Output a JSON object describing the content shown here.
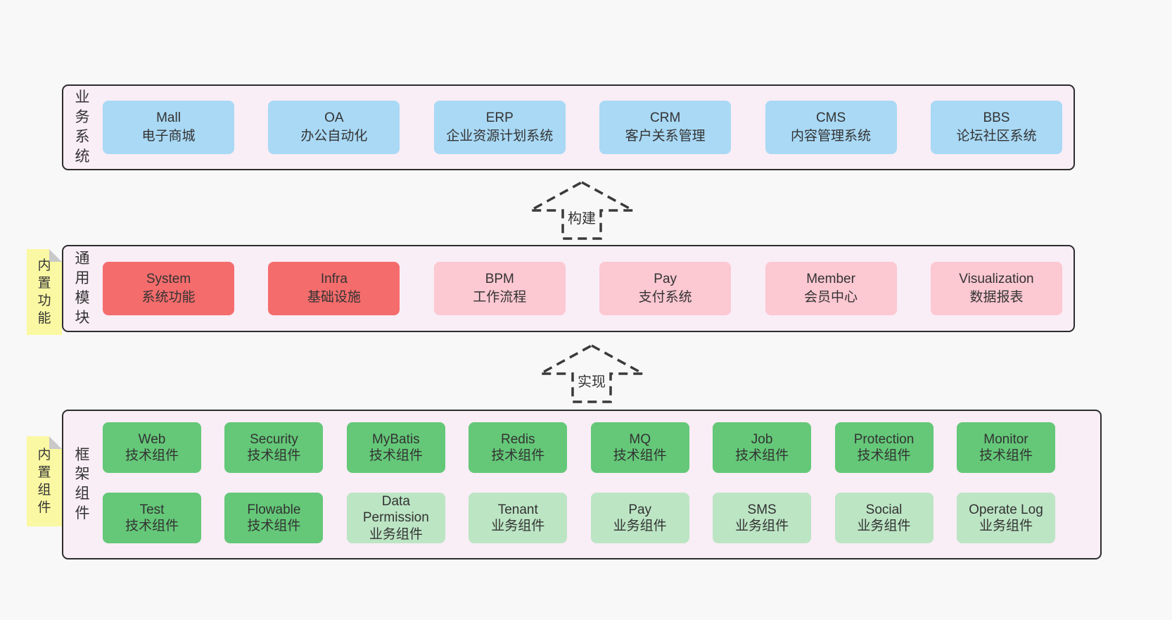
{
  "colors": {
    "page_bg": "#f8f8f8",
    "layer_bg": "#f9edf6",
    "layer_border": "#2d2d2d",
    "business_box_blue": "#a9d9f5",
    "core_module_red": "#f56c6c",
    "module_pink": "#fcc8d2",
    "tech_component_green": "#64c878",
    "biz_component_lightgreen": "#bce5c4",
    "sticky_yellow": "#fbf8a3",
    "sticky_fold_gray": "#c9c9c9",
    "text": "#333333"
  },
  "arrows": [
    {
      "label": "构建"
    },
    {
      "label": "实现"
    }
  ],
  "layers": [
    {
      "label": "业务系统",
      "boxes": [
        {
          "en": "Mall",
          "zh": "电子商城"
        },
        {
          "en": "OA",
          "zh": "办公自动化"
        },
        {
          "en": "ERP",
          "zh": "企业资源计划系统"
        },
        {
          "en": "CRM",
          "zh": "客户关系管理"
        },
        {
          "en": "CMS",
          "zh": "内容管理系统"
        },
        {
          "en": "BBS",
          "zh": "论坛社区系统"
        }
      ]
    },
    {
      "label": "通用模块",
      "sticky": "内置功能",
      "boxes": [
        {
          "en": "System",
          "zh": "系统功能"
        },
        {
          "en": "Infra",
          "zh": "基础设施"
        },
        {
          "en": "BPM",
          "zh": "工作流程"
        },
        {
          "en": "Pay",
          "zh": "支付系统"
        },
        {
          "en": "Member",
          "zh": "会员中心"
        },
        {
          "en": "Visualization",
          "zh": "数据报表"
        }
      ]
    },
    {
      "label": "框架组件",
      "sticky": "内置组件",
      "rows": [
        [
          {
            "en": "Web",
            "zh": "技术组件"
          },
          {
            "en": "Security",
            "zh": "技术组件"
          },
          {
            "en": "MyBatis",
            "zh": "技术组件"
          },
          {
            "en": "Redis",
            "zh": "技术组件"
          },
          {
            "en": "MQ",
            "zh": "技术组件"
          },
          {
            "en": "Job",
            "zh": "技术组件"
          },
          {
            "en": "Protection",
            "zh": "技术组件"
          },
          {
            "en": "Monitor",
            "zh": "技术组件"
          }
        ],
        [
          {
            "en": "Test",
            "zh": "技术组件"
          },
          {
            "en": "Flowable",
            "zh": "技术组件"
          },
          {
            "en": "Data Permission",
            "zh": "业务组件"
          },
          {
            "en": "Tenant",
            "zh": "业务组件"
          },
          {
            "en": "Pay",
            "zh": "业务组件"
          },
          {
            "en": "SMS",
            "zh": "业务组件"
          },
          {
            "en": "Social",
            "zh": "业务组件"
          },
          {
            "en": "Operate Log",
            "zh": "业务组件"
          }
        ]
      ]
    }
  ]
}
